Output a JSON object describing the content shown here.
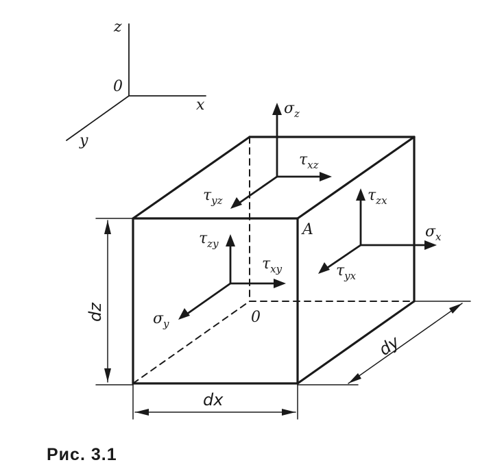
{
  "axes": {
    "z": "z",
    "x": "x",
    "y": "y",
    "origin": "0"
  },
  "corner_A": "A",
  "origin_0": "0",
  "stresses": [
    {
      "main": "σ",
      "sub": "z"
    },
    {
      "main": "τ",
      "sub": "xz"
    },
    {
      "main": "τ",
      "sub": "yz"
    },
    {
      "main": "τ",
      "sub": "zx"
    },
    {
      "main": "σ",
      "sub": "x"
    },
    {
      "main": "τ",
      "sub": "yx"
    },
    {
      "main": "τ",
      "sub": "zy"
    },
    {
      "main": "τ",
      "sub": "xy"
    },
    {
      "main": "σ",
      "sub": "y"
    }
  ],
  "dimensions": {
    "dz": "dz",
    "dx": "dx",
    "dy": "dy"
  },
  "caption": "Рис.  3.1"
}
